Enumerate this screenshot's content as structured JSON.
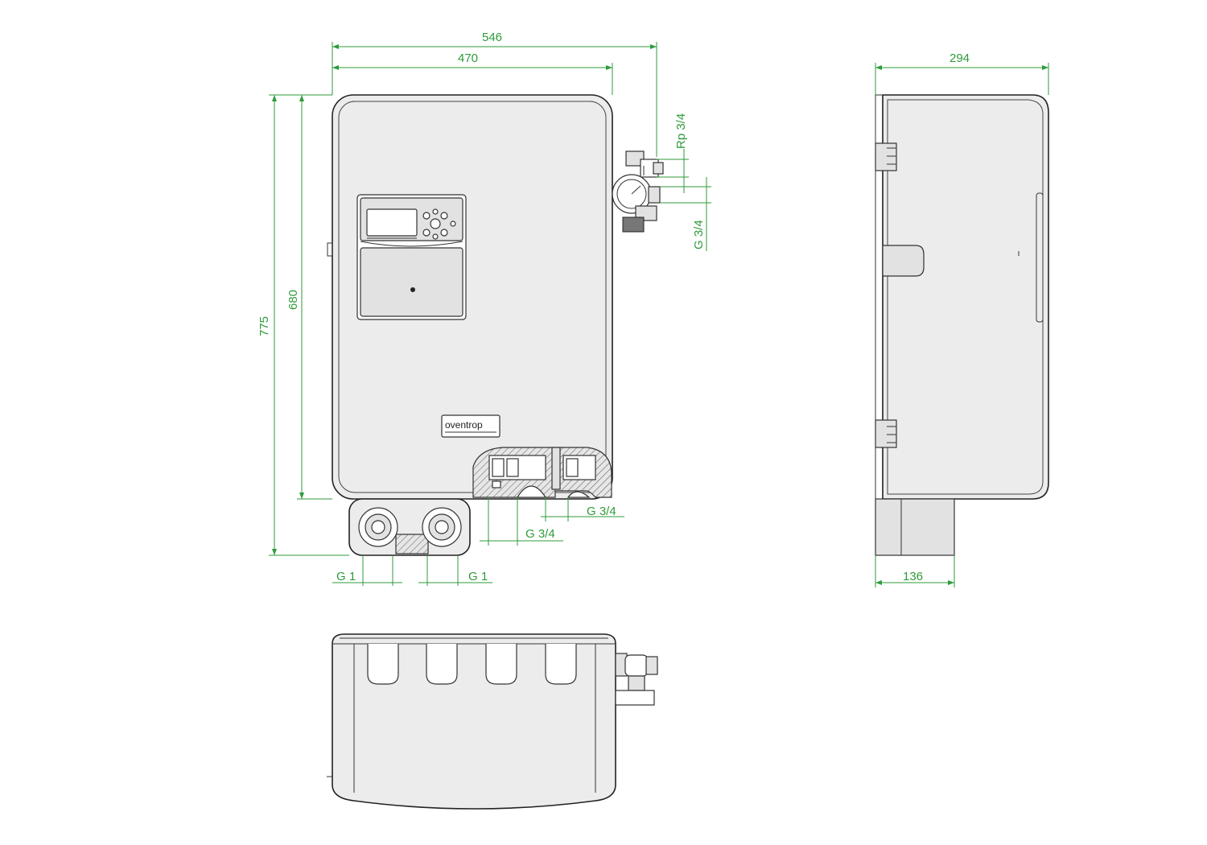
{
  "dimensions": {
    "front_width_total": "546",
    "front_width_body": "470",
    "height_total": "775",
    "height_body": "680",
    "side_depth": "294",
    "side_bottom_depth": "136"
  },
  "connections": {
    "top_right": "Rp 3/4",
    "right_side": "G 3/4",
    "bottom_right_upper": "G 3/4",
    "bottom_right_lower": "G 3/4",
    "bottom_left": "G 1",
    "bottom_right": "G 1"
  },
  "brand": {
    "logo": "oventrop"
  },
  "colors": {
    "dimension": "#2e9b3a",
    "housing": "#ececec",
    "outline": "#222222"
  }
}
